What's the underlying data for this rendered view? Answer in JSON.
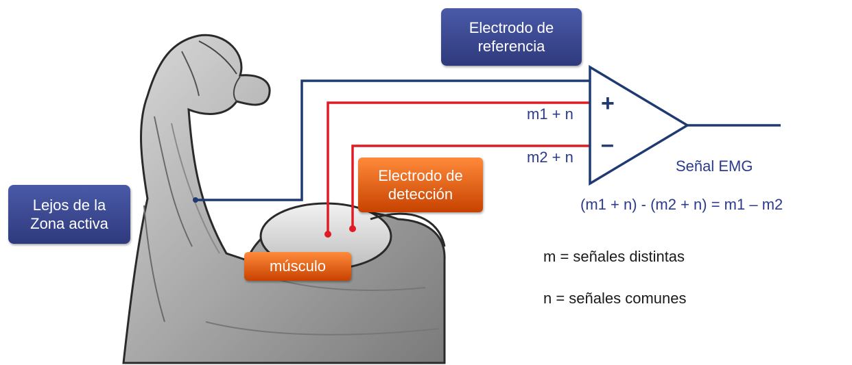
{
  "labels": {
    "ref_electrode": "Electrodo de referencia",
    "far_zone": "Lejos de la Zona activa",
    "detect_electrode": "Electrodo de detección",
    "muscle": "músculo",
    "input_plus": "m1 + n",
    "input_minus": "m2 + n",
    "plus_sign": "+",
    "minus_sign": "–",
    "output": "Señal EMG",
    "equation": "(m1 + n) - (m2 + n)  = m1 – m2",
    "legend_m": "m = señales distintas",
    "legend_n": "n = señales comunes"
  },
  "colors": {
    "navy_wire": "#1f3a73",
    "red_wire": "#e01b24",
    "navy_box": "#3a4790",
    "orange_box": "#e05a10"
  },
  "icons": [
    "flexed-arm-illustration",
    "differential-amplifier-symbol"
  ]
}
